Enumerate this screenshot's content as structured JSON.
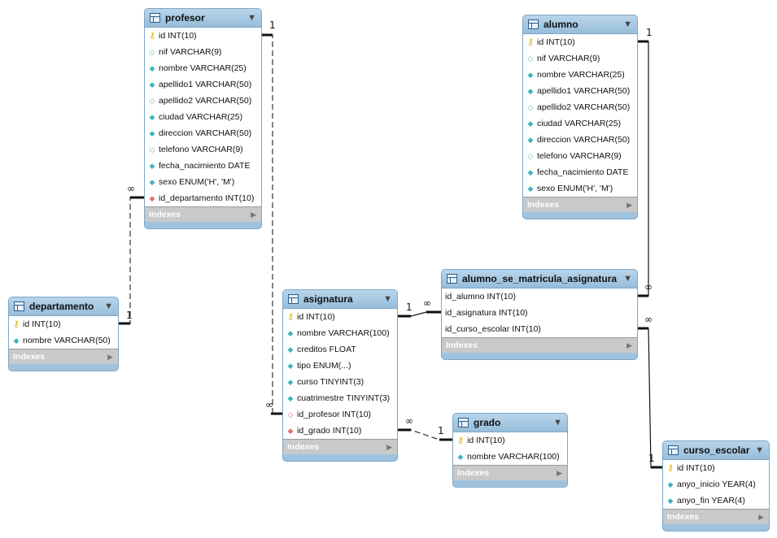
{
  "indexes_label": "Indexes",
  "menu_glyph": "▼",
  "indexes_arrow": "▶",
  "tables": [
    {
      "name": "profesor",
      "columns": [
        {
          "text": "id INT(10)",
          "icon": "key-icon"
        },
        {
          "text": "nif VARCHAR(9)",
          "icon": "hollow-diamond-icon"
        },
        {
          "text": "nombre VARCHAR(25)",
          "icon": "filled-diamond-icon"
        },
        {
          "text": "apellido1 VARCHAR(50)",
          "icon": "filled-diamond-icon"
        },
        {
          "text": "apellido2 VARCHAR(50)",
          "icon": "hollow-diamond-icon"
        },
        {
          "text": "ciudad VARCHAR(25)",
          "icon": "filled-diamond-icon"
        },
        {
          "text": "direccion VARCHAR(50)",
          "icon": "filled-diamond-icon"
        },
        {
          "text": "telefono VARCHAR(9)",
          "icon": "hollow-diamond-icon"
        },
        {
          "text": "fecha_nacimiento DATE",
          "icon": "filled-diamond-icon"
        },
        {
          "text": "sexo ENUM('H', 'M')",
          "icon": "filled-diamond-icon"
        },
        {
          "text": "id_departamento INT(10)",
          "icon": "foreign-key-icon"
        }
      ]
    },
    {
      "name": "alumno",
      "columns": [
        {
          "text": "id INT(10)",
          "icon": "key-icon"
        },
        {
          "text": "nif VARCHAR(9)",
          "icon": "hollow-diamond-icon"
        },
        {
          "text": "nombre VARCHAR(25)",
          "icon": "filled-diamond-icon"
        },
        {
          "text": "apellido1 VARCHAR(50)",
          "icon": "filled-diamond-icon"
        },
        {
          "text": "apellido2 VARCHAR(50)",
          "icon": "hollow-diamond-icon"
        },
        {
          "text": "ciudad VARCHAR(25)",
          "icon": "filled-diamond-icon"
        },
        {
          "text": "direccion VARCHAR(50)",
          "icon": "filled-diamond-icon"
        },
        {
          "text": "telefono VARCHAR(9)",
          "icon": "hollow-diamond-icon"
        },
        {
          "text": "fecha_nacimiento DATE",
          "icon": "filled-diamond-icon"
        },
        {
          "text": "sexo ENUM('H', 'M')",
          "icon": "filled-diamond-icon"
        }
      ]
    },
    {
      "name": "departamento",
      "columns": [
        {
          "text": "id INT(10)",
          "icon": "key-icon"
        },
        {
          "text": "nombre VARCHAR(50)",
          "icon": "filled-diamond-icon"
        }
      ]
    },
    {
      "name": "asignatura",
      "columns": [
        {
          "text": "id INT(10)",
          "icon": "key-icon"
        },
        {
          "text": "nombre VARCHAR(100)",
          "icon": "filled-diamond-icon"
        },
        {
          "text": "creditos FLOAT",
          "icon": "filled-diamond-icon"
        },
        {
          "text": "tipo ENUM(...)",
          "icon": "filled-diamond-icon"
        },
        {
          "text": "curso TINYINT(3)",
          "icon": "filled-diamond-icon"
        },
        {
          "text": "cuatrimestre TINYINT(3)",
          "icon": "filled-diamond-icon"
        },
        {
          "text": "id_profesor INT(10)",
          "icon": "foreign-key-hollow-icon"
        },
        {
          "text": "id_grado INT(10)",
          "icon": "foreign-key-icon"
        }
      ]
    },
    {
      "name": "alumno_se_matricula_asignatura",
      "columns": [
        {
          "text": "id_alumno INT(10)",
          "icon": "none"
        },
        {
          "text": "id_asignatura INT(10)",
          "icon": "none"
        },
        {
          "text": "id_curso_escolar INT(10)",
          "icon": "none"
        }
      ]
    },
    {
      "name": "grado",
      "columns": [
        {
          "text": "id INT(10)",
          "icon": "key-icon"
        },
        {
          "text": "nombre VARCHAR(100)",
          "icon": "filled-diamond-icon"
        }
      ]
    },
    {
      "name": "curso_escolar",
      "columns": [
        {
          "text": "id INT(10)",
          "icon": "key-icon"
        },
        {
          "text": "anyo_inicio YEAR(4)",
          "icon": "filled-diamond-icon"
        },
        {
          "text": "anyo_fin YEAR(4)",
          "icon": "filled-diamond-icon"
        }
      ]
    }
  ],
  "relationships": [
    {
      "from": "profesor",
      "to": "departamento",
      "one": "1",
      "many": "∞"
    },
    {
      "from": "asignatura",
      "to": "profesor",
      "one": "1",
      "many": "∞"
    },
    {
      "from": "alumno_se_matricula_asignatura",
      "to": "asignatura",
      "one": "1",
      "many": "∞"
    },
    {
      "from": "asignatura",
      "to": "grado",
      "one": "1",
      "many": "∞"
    },
    {
      "from": "alumno_se_matricula_asignatura",
      "to": "alumno",
      "one": "1",
      "many": "∞"
    },
    {
      "from": "alumno_se_matricula_asignatura",
      "to": "curso_escolar",
      "one": "1",
      "many": "∞"
    }
  ]
}
